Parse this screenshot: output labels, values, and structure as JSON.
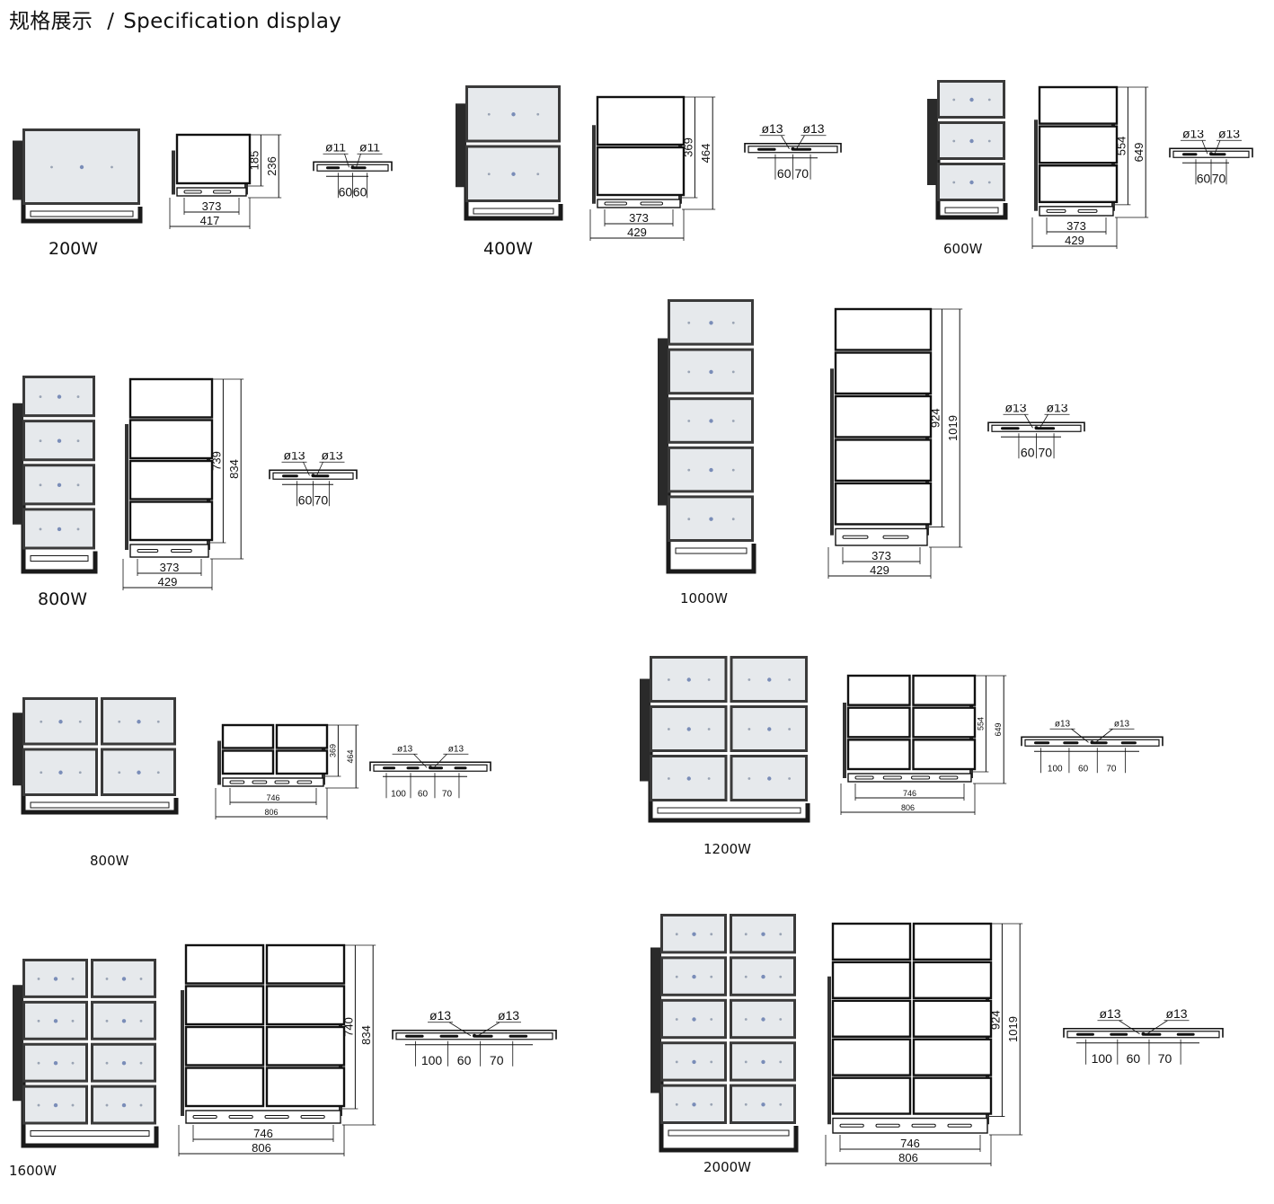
{
  "header": {
    "title_cn": "规格展示",
    "separator": "/",
    "title_en": "Specification display"
  },
  "products": [
    {
      "label": "200W",
      "front_w": [
        "373",
        "417"
      ],
      "front_h": [
        "185",
        "236"
      ],
      "top_d": [
        "ø11",
        "ø11"
      ],
      "bottom_d": [
        "60",
        "60"
      ]
    },
    {
      "label": "400W",
      "front_w": [
        "373",
        "429"
      ],
      "front_h": [
        "369",
        "464"
      ],
      "top_d": [
        "ø13",
        "ø13"
      ],
      "bottom_d": [
        "60",
        "70"
      ]
    },
    {
      "label": "600W",
      "front_w": [
        "373",
        "429"
      ],
      "front_h": [
        "554",
        "649"
      ],
      "top_d": [
        "ø13",
        "ø13"
      ],
      "bottom_d": [
        "60",
        "70"
      ]
    },
    {
      "label": "800W",
      "front_w": [
        "373",
        "429"
      ],
      "front_h": [
        "739",
        "834"
      ],
      "top_d": [
        "ø13",
        "ø13"
      ],
      "bottom_d": [
        "60",
        "70"
      ]
    },
    {
      "label": "1000W",
      "front_w": [
        "373",
        "429"
      ],
      "front_h": [
        "924",
        "1019"
      ],
      "top_d": [
        "ø13",
        "ø13"
      ],
      "bottom_d": [
        "60",
        "70"
      ]
    },
    {
      "label": "800W",
      "front_w": [
        "746",
        "806"
      ],
      "front_h": [
        "369",
        "464"
      ],
      "top_d": [
        "ø13",
        "ø13"
      ],
      "bottom_d": [
        "100",
        "60",
        "70"
      ]
    },
    {
      "label": "1200W",
      "front_w": [
        "746",
        "806"
      ],
      "front_h": [
        "554",
        "649"
      ],
      "top_d": [
        "ø13",
        "ø13"
      ],
      "bottom_d": [
        "100",
        "60",
        "70"
      ]
    },
    {
      "label": "1600W",
      "front_w": [
        "746",
        "806"
      ],
      "front_h": [
        "740",
        "834"
      ],
      "top_d": [
        "ø13",
        "ø13"
      ],
      "bottom_d": [
        "100",
        "60",
        "70"
      ]
    },
    {
      "label": "2000W",
      "front_w": [
        "746",
        "806"
      ],
      "front_h": [
        "924",
        "1019"
      ],
      "top_d": [
        "ø13",
        "ø13"
      ],
      "bottom_d": [
        "100",
        "60",
        "70"
      ]
    }
  ]
}
